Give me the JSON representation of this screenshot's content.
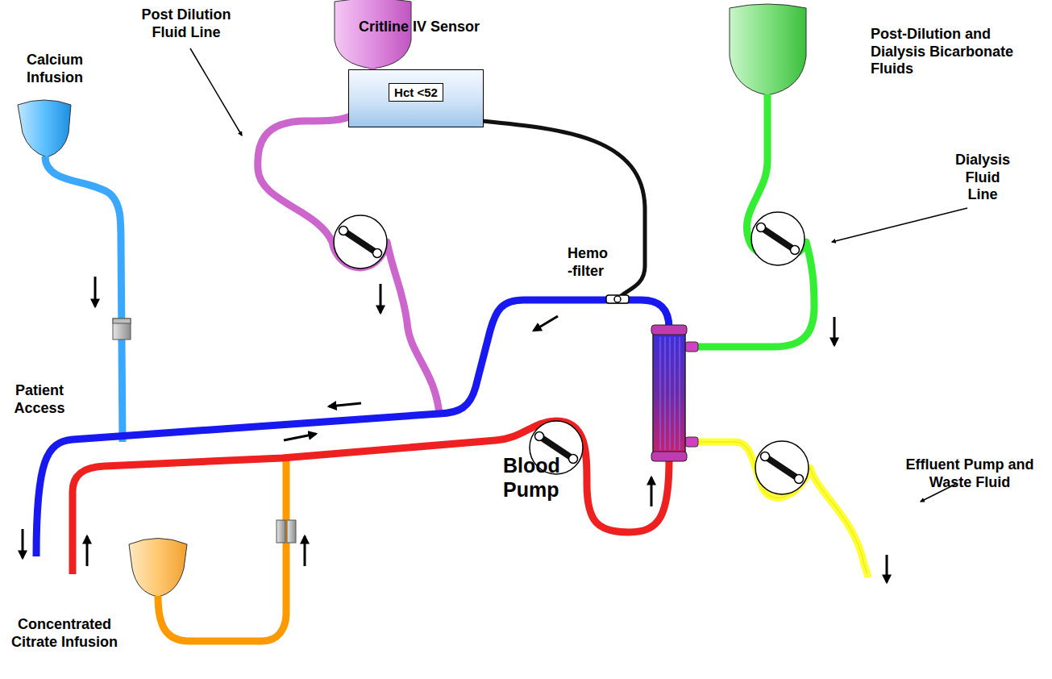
{
  "diagram": {
    "nodes": [
      {
        "text": [
          "Critline IV Sensor",
          "Hct <52"
        ]
      }
    ],
    "labels": [
      "Calcium Infusion",
      "Post Dilution Fluid Line",
      "Post-Dilution and Dialysis Bicarbonate Fluids",
      "Dialysis Fluid Line",
      "Hemo -filter",
      "Patient Access",
      "Blood Pump",
      "Effluent Pump and Waste Fluid",
      "Concentrated Citrate Infusion"
    ]
  }
}
